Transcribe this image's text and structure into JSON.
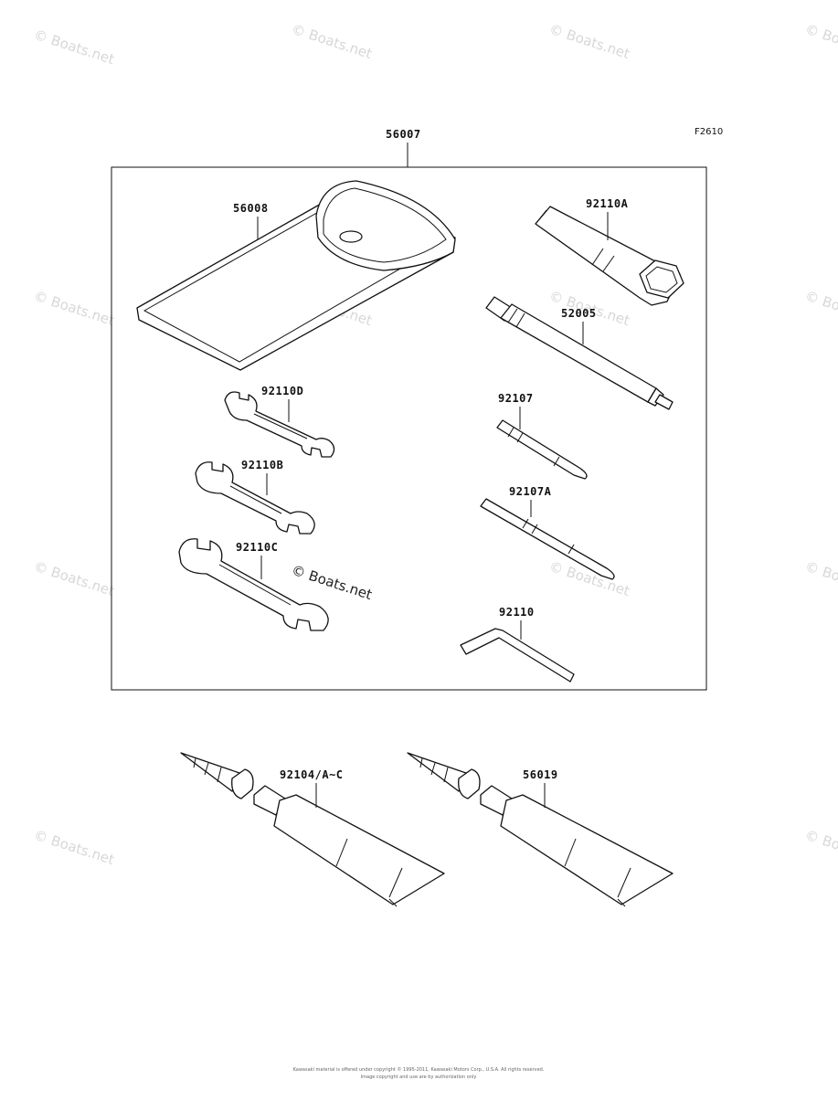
{
  "figure_id": "F2610",
  "watermark_text": "© Boats.net",
  "watermark_inline": "© Boats.net",
  "footer": {
    "line1": "Kawasaki material is offered under copyright © 1995-2011, Kawasaki Motors Corp., U.S.A. All rights reserved.",
    "line2": "Image copyright and use are by authorization only"
  },
  "labels": {
    "toolkit": "56007",
    "bag": "56008",
    "plug_wrench": "92110A",
    "extension_handle": "52005",
    "wrench_d": "92110D",
    "screwdriver": "92107",
    "wrench_b": "92110B",
    "screwdriver_a": "92107A",
    "wrench_c": "92110C",
    "hex_key": "92110",
    "grease_tube": "92104/A~C",
    "sealant_tube": "56019"
  }
}
